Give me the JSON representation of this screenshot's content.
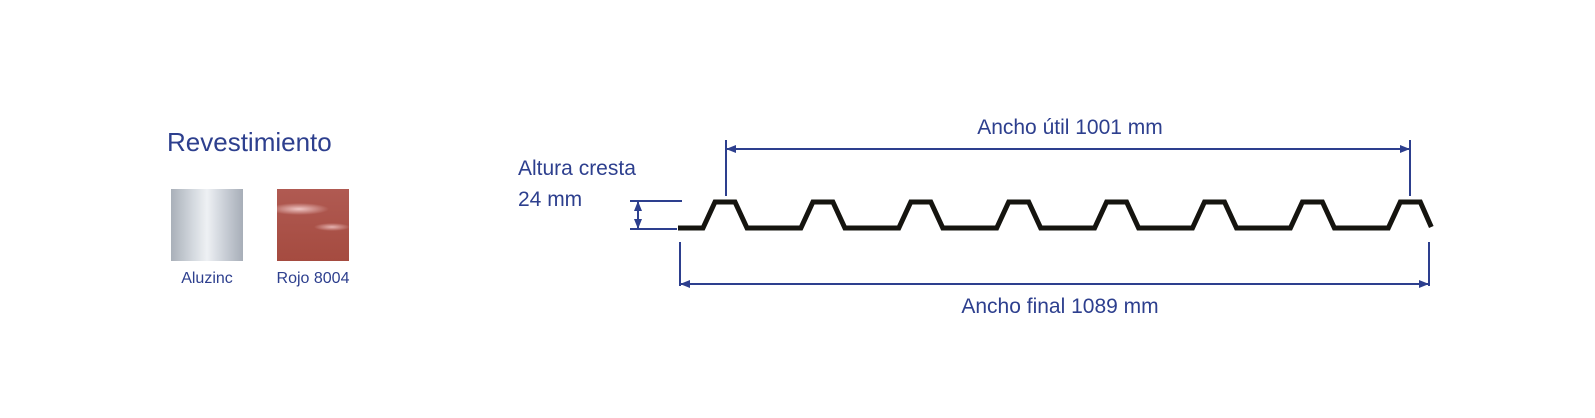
{
  "coating": {
    "title": "Revestimiento",
    "options": [
      {
        "label": "Aluzinc",
        "color": "#c9ced6"
      },
      {
        "label": "Rojo 8004",
        "color": "#a8503f"
      }
    ]
  },
  "profile": {
    "crest_height_label_line1": "Altura cresta",
    "crest_height_label_line2": "24 mm",
    "useful_width_label": "Ancho útil 1001 mm",
    "final_width_label": "Ancho final 1089 mm",
    "crest_count": 8,
    "dimension_color": "#2d3f8e",
    "profile_color": "#15140f"
  }
}
